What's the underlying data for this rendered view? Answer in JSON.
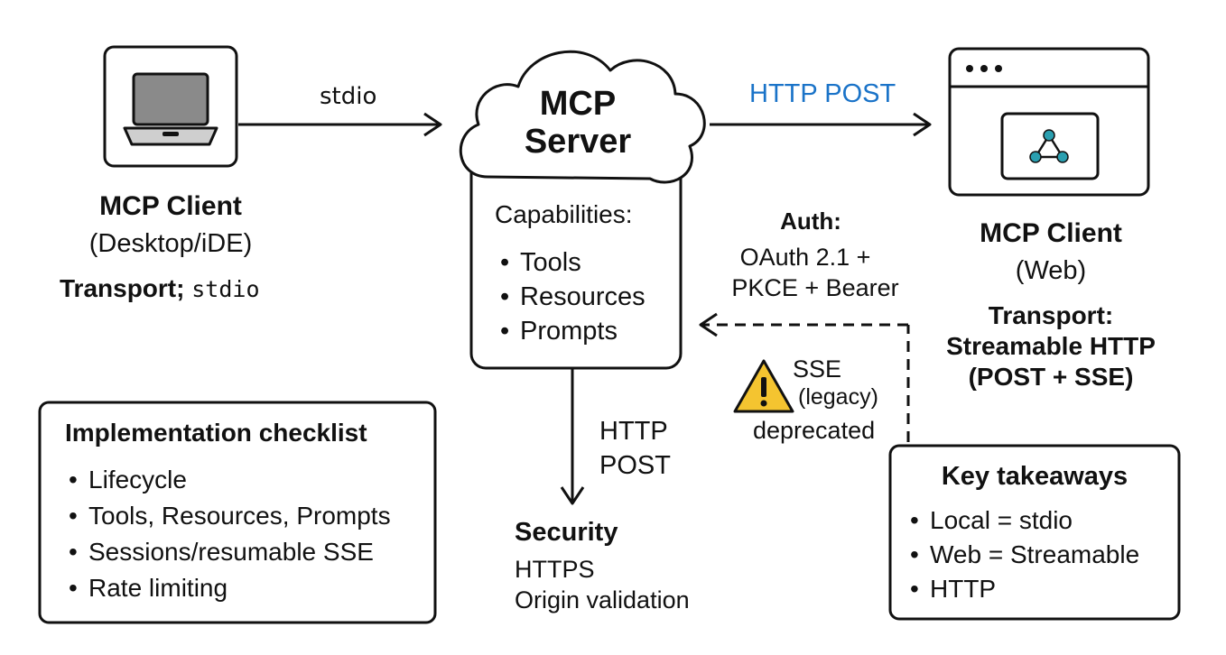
{
  "edges": {
    "stdio_label": "stdio",
    "http_post_label": "HTTP POST",
    "http_post_down_label_line1": "HTTP",
    "http_post_down_label_line2": "POST"
  },
  "server": {
    "title_line1": "MCP",
    "title_line2": "Server",
    "capabilities_heading": "Capabilities:",
    "capabilities": [
      "Tools",
      "Resources",
      "Prompts"
    ]
  },
  "desktop_client": {
    "title": "MCP Client",
    "subtitle": "(Desktop/iDE)",
    "transport_prefix": "Transport;",
    "transport_value": "stdio"
  },
  "web_client": {
    "title": "MCP Client",
    "subtitle": "(Web)",
    "transport_line1": "Transport:",
    "transport_line2": "Streamable HTTP",
    "transport_line3": "(POST + SSE)"
  },
  "auth": {
    "heading": "Auth:",
    "line1": "OAuth 2.1 +",
    "line2": "PKCE + Bearer"
  },
  "sse": {
    "line1": "SSE",
    "line2": "(legacy)",
    "line3": "deprecated"
  },
  "security": {
    "heading": "Security",
    "line1": "HTTPS",
    "line2": "Origin  validation"
  },
  "checklist": {
    "title": "Implementation checklist",
    "items": [
      "Lifecycle",
      "Tools, Resources, Prompts",
      "Sessions/resumable SSE",
      "Rate limiting"
    ]
  },
  "takeaways": {
    "title": "Key takeaways",
    "items": [
      "Local = stdio",
      "Web = Streamable",
      "HTTP"
    ]
  },
  "colors": {
    "http_post_blue": "#1a73c8",
    "warning_yellow": "#f4c430",
    "graph_teal": "#2a9fb0"
  }
}
